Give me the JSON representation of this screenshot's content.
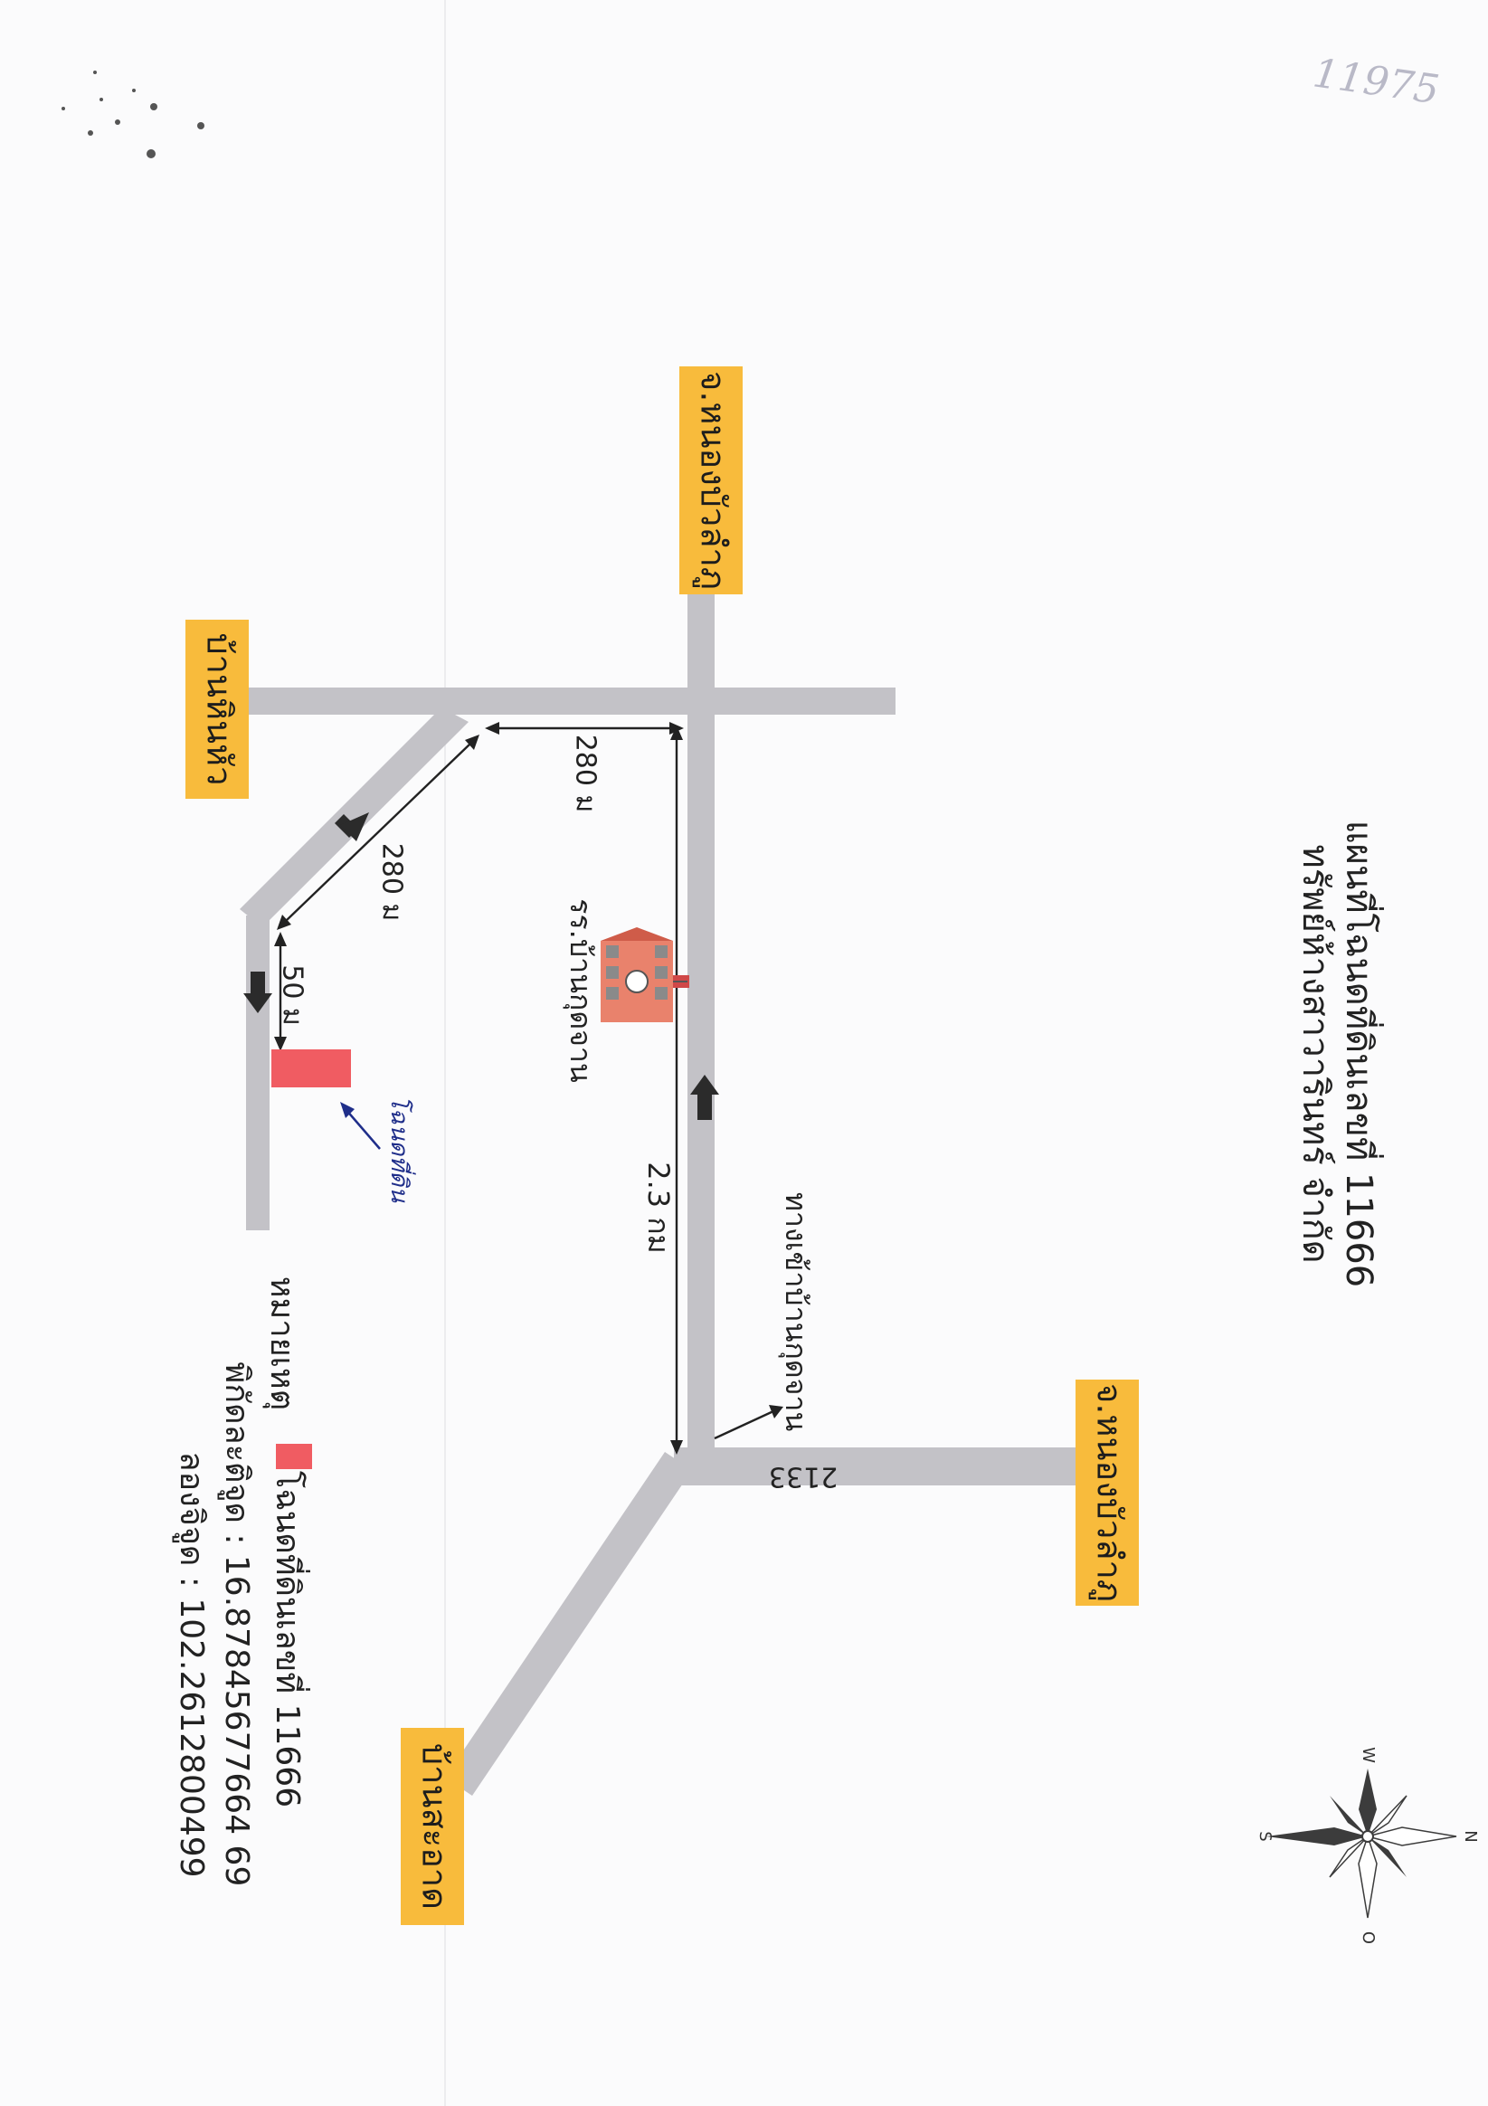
{
  "title": {
    "line1": "แผนที่โฉนดที่ดินเลขที่ 11666",
    "line2": "ทรัพย์ห้างสาวารินทร์ จำกัด"
  },
  "scan_mark": "11975",
  "places": {
    "nong_bua_lam_phu_top": "จ.หนองบัวลำภู",
    "ban_hin_hua": "บ้านหินหัว",
    "nong_bua_lam_phu_right": "จ.หนองบัวลำภู",
    "ban_sa_at": "บ้านสะอาด"
  },
  "road_number": "2133",
  "distances": {
    "seg_top": "280 ม",
    "seg_diag": "280 ม",
    "seg_short": "50 ม",
    "seg_main": "2.3 กม"
  },
  "school": "รร.บ้านกุดจาน",
  "junction_label": "ทางเข้าบ้านกุดจาน",
  "handwritten_note": "โฉนดที่ดิน",
  "legend": {
    "heading": "หมายเหตุ",
    "plot_label": "โฉนดที่ดินเลขที่ 11666",
    "coords_label": "พิกัด",
    "lat": "ละติจูด : 16.87845677664 69",
    "lon": "ลองจิจูด : 102.2612800499"
  },
  "compass": {
    "n": "N",
    "s": "S",
    "w": "W",
    "o": "O"
  },
  "colors": {
    "road": "#c3c2c7",
    "sign": "#f8bb3c",
    "plot": "#f05c62",
    "ink": "#1f2e8a"
  }
}
